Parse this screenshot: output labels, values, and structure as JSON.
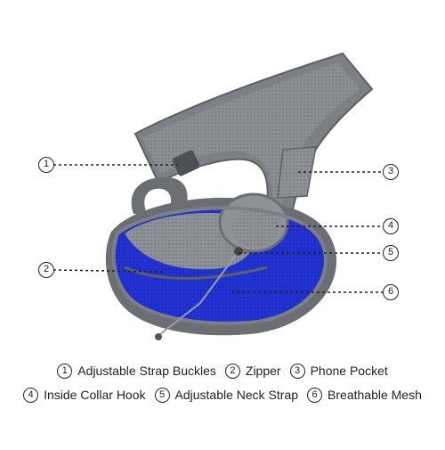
{
  "callouts": [
    {
      "number": "1",
      "label": "Adjustable Strap Buckles"
    },
    {
      "number": "2",
      "label": "Zipper"
    },
    {
      "number": "3",
      "label": "Phone Pocket"
    },
    {
      "number": "4",
      "label": "Inside Collar Hook"
    },
    {
      "number": "5",
      "label": "Adjustable Neck Strap"
    },
    {
      "number": "6",
      "label": "Breathable Mesh"
    }
  ],
  "colors": {
    "strap_gray": "#7c7f84",
    "strap_edge": "#5d6065",
    "mesh_gray": "#9a9da2",
    "pouch_blue": "#2233d6",
    "pouch_blue_dark": "#1a27a8",
    "trim_gray": "#6b6e73"
  }
}
